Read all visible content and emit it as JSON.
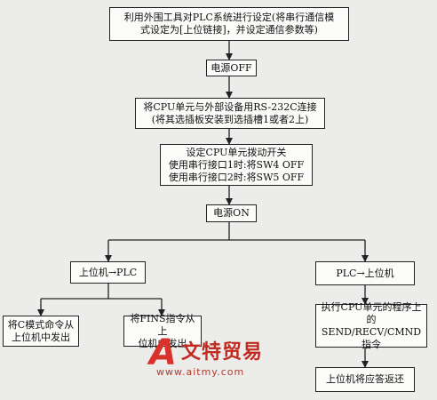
{
  "flowchart": {
    "step1": {
      "line1": "利用外围工具对PLC系统进行设定(将串行通信模",
      "line2": "式设定为[上位链接]，并设定通信参数等)"
    },
    "step2": "电源OFF",
    "step3": {
      "line1": "将CPU单元与外部设备用RS-232C连接",
      "line2": "(将其选插板安装到选插槽1或者2上)"
    },
    "step4": {
      "line1": "设定CPU单元拨动开关",
      "line2": "使用串行接口1时:将SW4 OFF",
      "line3": "使用串行接口2时:将SW5 OFF"
    },
    "step5": "电源ON",
    "branch_left": "上位机→PLC",
    "branch_right": "PLC→上位机",
    "left_a": {
      "line1": "将C模式命令从",
      "line2": "上位机中发出"
    },
    "left_b": {
      "line1": "将FINS指令从上",
      "line2": "位机中发出"
    },
    "right_a": {
      "line1": "执行CPU单元的程序上",
      "line2": "的SEND/RECV/CMND",
      "line3": "指令"
    },
    "right_b": "上位机将应答返还"
  },
  "watermark": {
    "letter": "A",
    "title": "文特贸易",
    "url": "www.aitmy.com"
  },
  "colors": {
    "line": "#222222",
    "box_fill": "#fbfbf9",
    "watermark": "#c72a1c"
  }
}
